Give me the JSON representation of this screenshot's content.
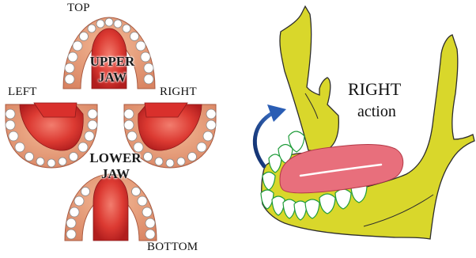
{
  "labels": {
    "top": "TOP",
    "left": "LEFT",
    "right": "RIGHT",
    "bottom": "BOTTOM",
    "upper_jaw_1": "UPPER",
    "upper_jaw_2": "JAW",
    "lower_jaw_1": "LOWER",
    "lower_jaw_2": "JAW",
    "right_action_1": "RIGHT",
    "right_action_2": "action"
  },
  "colors": {
    "gum": "#e9a27e",
    "gum_dark": "#c9745a",
    "tongue": "#d9302c",
    "tongue_light": "#f07a6a",
    "tooth": "#ffffff",
    "tooth_outline": "#888888",
    "bone": "#d8d62a",
    "bone_outline": "#333333",
    "tooth_green": "#1f9c3a",
    "pad": "#e8707a",
    "arrow": "#1f4f9a"
  }
}
